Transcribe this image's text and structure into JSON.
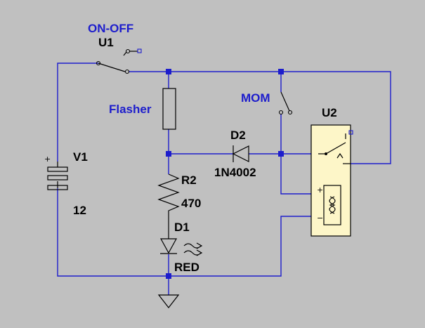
{
  "colors": {
    "background": "#c0c0c0",
    "wire": "#1d1dcc",
    "component": "#000000",
    "relay_body": "#fdf6c8",
    "label_blue": "#1d1dcc"
  },
  "components": {
    "v1": {
      "name": "V1",
      "value": "12"
    },
    "u1": {
      "name": "U1",
      "label": "ON-OFF"
    },
    "flasher": {
      "label": "Flasher"
    },
    "mom": {
      "label": "MOM"
    },
    "d2": {
      "name": "D2",
      "value": "1N4002"
    },
    "u2": {
      "name": "U2"
    },
    "r2": {
      "name": "R2",
      "value": "470"
    },
    "d1": {
      "name": "D1",
      "value": "RED"
    }
  }
}
